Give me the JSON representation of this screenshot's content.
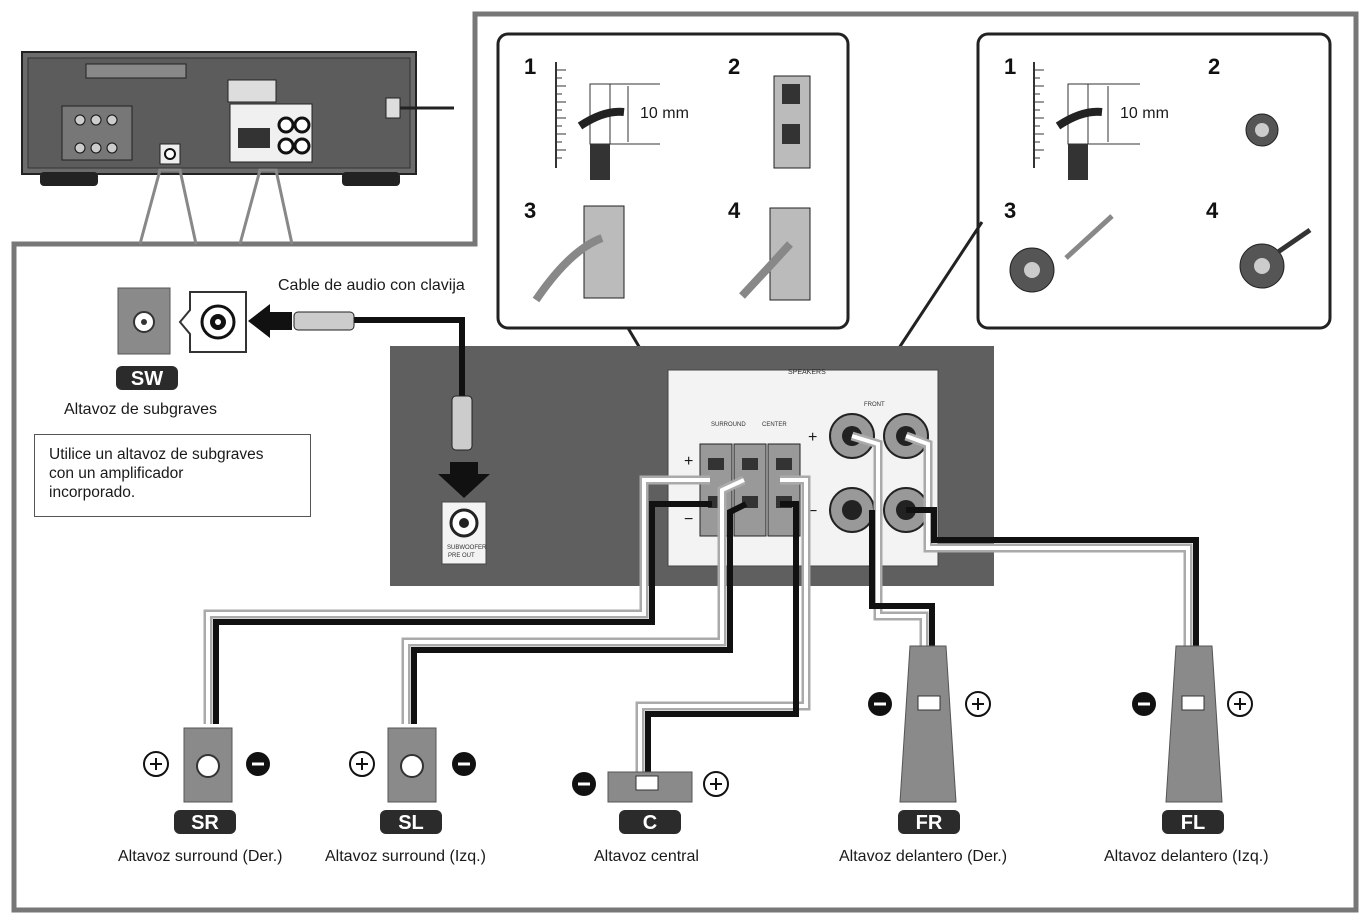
{
  "labels": {
    "cable": "Cable de audio con clavija",
    "sw_name": "Altavoz de subgraves",
    "sr_name": "Altavoz surround (Der.)",
    "sl_name": "Altavoz surround (Izq.)",
    "c_name": "Altavoz central",
    "fr_name": "Altavoz delantero (Der.)",
    "fl_name": "Altavoz delantero (Izq.)"
  },
  "badges": {
    "sw": "SW",
    "sr": "SR",
    "sl": "SL",
    "c": "C",
    "fr": "FR",
    "fl": "FL"
  },
  "note": [
    "Utilice un altavoz de subgraves",
    "con un amplificador",
    "incorporado."
  ],
  "inset_left": {
    "steps": [
      "1",
      "2",
      "3",
      "4"
    ],
    "measure": "10 mm"
  },
  "inset_right": {
    "steps": [
      "1",
      "2",
      "3",
      "4"
    ],
    "measure": "10 mm"
  },
  "panel": {
    "speakers": "SPEAKERS",
    "surround": "SURROUND",
    "center": "CENTER",
    "front": "FRONT",
    "sub_out": [
      "SUBWOOFER",
      "PRE OUT"
    ],
    "plus": "+",
    "minus": "−"
  },
  "colors": {
    "panel": "#5f5f5f",
    "badge": "#2b2b2b",
    "speaker": "#8a8a8a",
    "wire_dark": "#1a1a1a"
  }
}
